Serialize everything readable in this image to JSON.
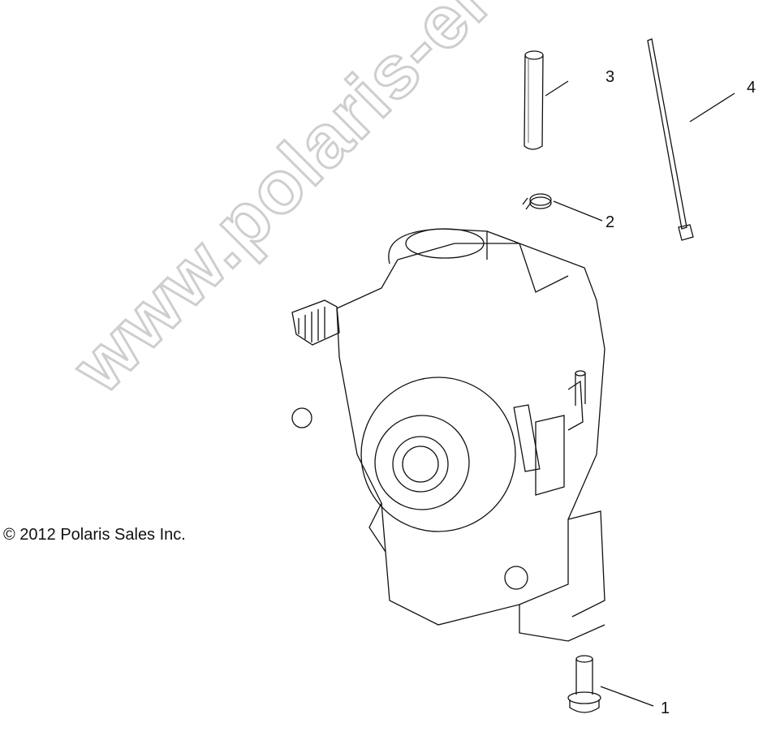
{
  "diagram": {
    "callouts": [
      {
        "id": "1",
        "label": "1"
      },
      {
        "id": "2",
        "label": "2"
      },
      {
        "id": "3",
        "label": "3"
      },
      {
        "id": "4",
        "label": "4"
      }
    ],
    "copyright": "© 2012 Polaris Sales Inc.",
    "watermark": "www.polaris-ersatzteile.de",
    "line_color": "#111111",
    "watermark_color": "#c9c9c9"
  }
}
